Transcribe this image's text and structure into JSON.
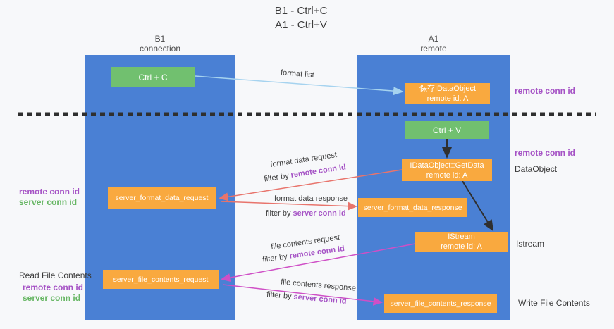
{
  "title": {
    "line1": "B1 - Ctrl+C",
    "line2": "A1 - Ctrl+V"
  },
  "lanes": {
    "b1": {
      "name": "B1",
      "subtitle": "connection"
    },
    "a1": {
      "name": "A1",
      "subtitle": "remote"
    }
  },
  "nodes": {
    "ctrl_c": {
      "label": "Ctrl + C"
    },
    "save_dataobject": {
      "line1": "保存IDataObject",
      "line2": "remote id: A"
    },
    "ctrl_v": {
      "label": "Ctrl + V"
    },
    "getdata": {
      "line1": "IDataObject::GetData",
      "line2": "remote id: A"
    },
    "istream": {
      "line1": "IStream",
      "line2": "remote id: A"
    },
    "server_format_data_request": {
      "label": "server_format_data_request"
    },
    "server_format_data_response": {
      "label": "server_format_data_response"
    },
    "server_file_contents_request": {
      "label": "server_file_contents_request"
    },
    "server_file_contents_response": {
      "label": "server_file_contents_response"
    }
  },
  "arrow_labels": {
    "format_list": "format list",
    "format_data_request": "format data request",
    "format_data_response": "format data response",
    "file_contents_request": "file contents request",
    "file_contents_response": "file contents response",
    "filter_by": "filter by",
    "remote_conn_id": "remote conn id",
    "server_conn_id": "server conn id"
  },
  "side_labels": {
    "remote_conn_id": "remote conn id",
    "server_conn_id": "server conn id",
    "dataobject": "DataObject",
    "istream": "Istream",
    "read_file_contents": "Read File Contents",
    "write_file_contents": "Write File Contents"
  },
  "colors": {
    "lane_blue": "#4a80d4",
    "node_green": "#71c06f",
    "node_orange": "#f9a93f",
    "arrow_light_blue": "#a6d3ef",
    "arrow_red": "#e8746c",
    "arrow_magenta": "#cf4fc6",
    "arrow_black": "#2f2f2f",
    "text_purple": "#a552c5",
    "text_green": "#66b663"
  }
}
